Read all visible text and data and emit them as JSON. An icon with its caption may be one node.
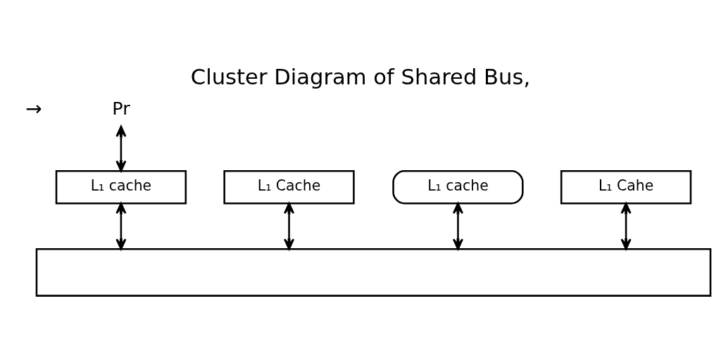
{
  "diagram": {
    "title": "Cluster Diagram of Shared Bus,",
    "nodes": [
      {
        "text": [
          "Pr"
        ]
      },
      {
        "text": [
          "L₁ cache"
        ]
      },
      {
        "text": [
          "L₁ Cache"
        ]
      },
      {
        "text": [
          "L₁ cache"
        ]
      },
      {
        "text": [
          "L₁ Cahe"
        ]
      },
      {
        "text": [],
        "shape": "box"
      }
    ],
    "edges": [
      {
        "from": 0,
        "to": 1,
        "arrow": "both"
      },
      {
        "from": 1,
        "to": 5,
        "arrow": "both"
      },
      {
        "from": 2,
        "to": 5,
        "arrow": "both"
      },
      {
        "from": 3,
        "to": 5,
        "arrow": "both"
      },
      {
        "from": 4,
        "to": 5,
        "arrow": "both"
      }
    ],
    "labels": [
      "→"
    ]
  }
}
